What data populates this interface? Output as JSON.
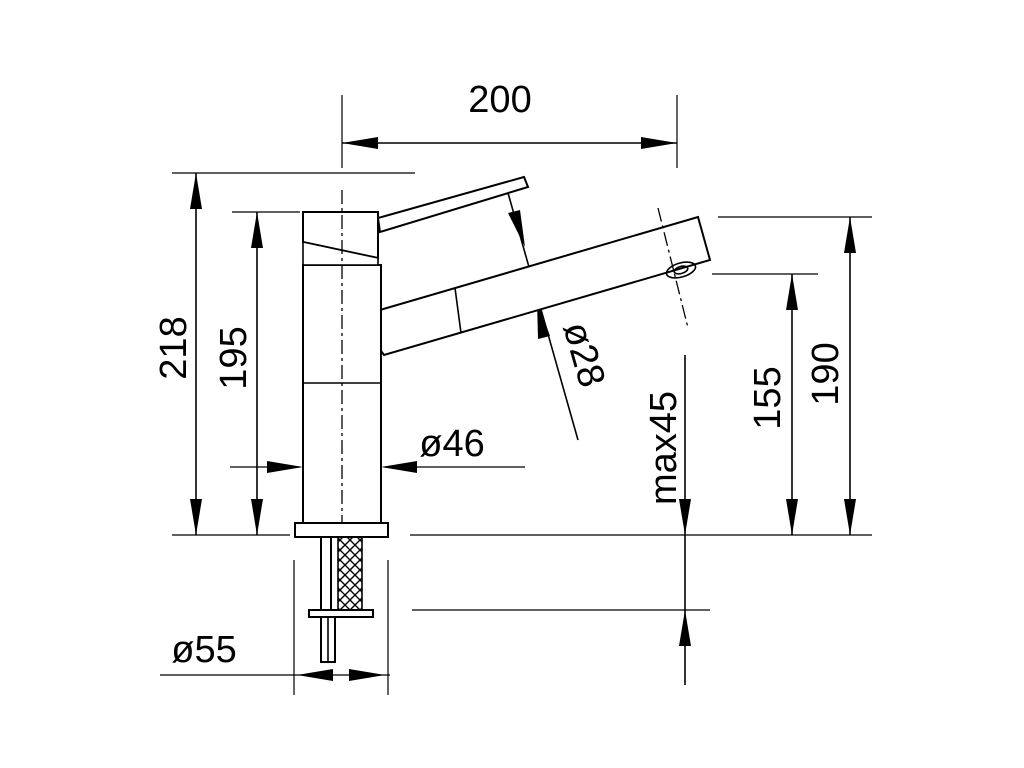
{
  "dimensions": {
    "width_top": "200",
    "height_total": "218",
    "height_body": "195",
    "diameter_body": "ø46",
    "diameter_spout": "ø28",
    "max_thickness": "max45",
    "height_outlet_low": "155",
    "height_outlet_high": "190",
    "diameter_base": "ø55"
  },
  "colors": {
    "line": "#000000",
    "background": "#ffffff"
  }
}
